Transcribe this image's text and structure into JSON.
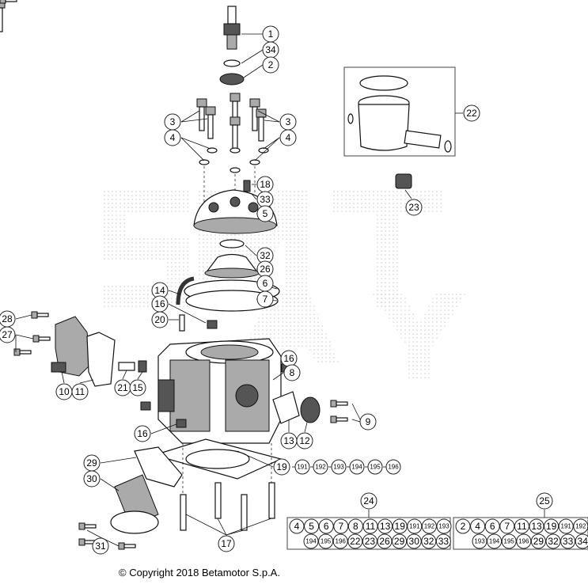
{
  "callouts": [
    "1",
    "34",
    "2",
    "3",
    "3",
    "4",
    "4",
    "22",
    "18",
    "33",
    "5",
    "23",
    "32",
    "26",
    "6",
    "7",
    "14",
    "16",
    "20",
    "28",
    "27",
    "16",
    "8",
    "10",
    "11",
    "21",
    "15",
    "9",
    "13",
    "12",
    "16",
    "29",
    "30",
    "17",
    "31"
  ],
  "callout_19": {
    "main": "19",
    "subs": [
      "191",
      "192",
      "193",
      "194",
      "195",
      "196"
    ]
  },
  "kit_24": {
    "label": "24",
    "row1": [
      "4",
      "5",
      "6",
      "7",
      "8",
      "11",
      "13",
      "19",
      "191",
      "192",
      "193"
    ],
    "row2": [
      "194",
      "195",
      "196",
      "22",
      "23",
      "26",
      "29",
      "30",
      "32",
      "33"
    ]
  },
  "kit_25": {
    "label": "25",
    "row1": [
      "2",
      "4",
      "6",
      "7",
      "11",
      "13",
      "19",
      "191",
      "192"
    ],
    "row2": [
      "193",
      "194",
      "195",
      "196",
      "29",
      "32",
      "33",
      "34"
    ]
  },
  "copyright": "© Copyright 2018 Betamotor S.p.A."
}
